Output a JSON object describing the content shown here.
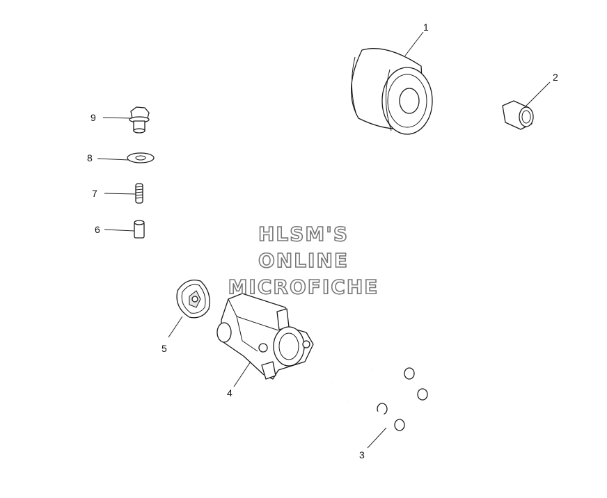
{
  "watermark": {
    "line1": "HLSM'S",
    "line2": "ONLINE",
    "line3": "MICROFICHE"
  },
  "callouts": {
    "c1": "1",
    "c2": "2",
    "c3": "3",
    "c4": "4",
    "c5": "5",
    "c6": "6",
    "c7": "7",
    "c8": "8",
    "c9": "9"
  },
  "colors": {
    "line": "#1a1a1a",
    "watermark_outline": "#777777",
    "background": "#ffffff"
  }
}
